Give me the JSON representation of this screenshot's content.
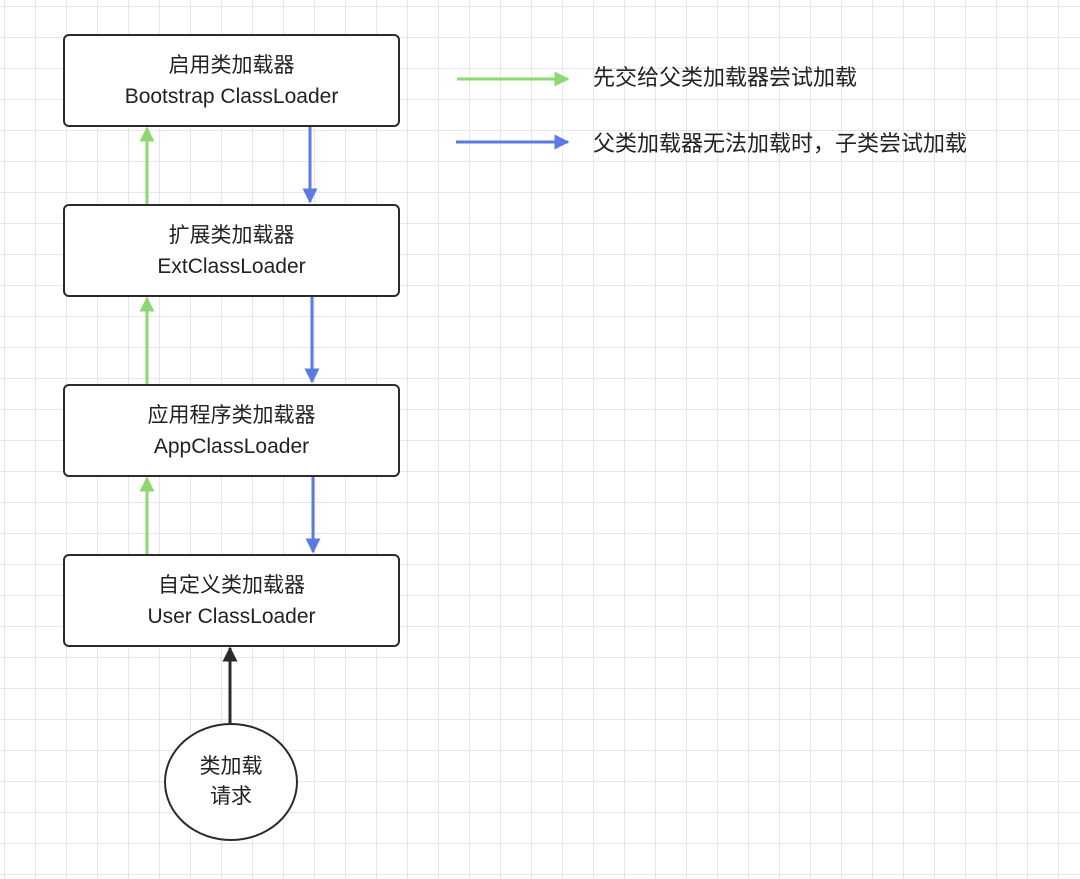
{
  "nodes": [
    {
      "name": "bootstrap-classloader-box",
      "line1": "启用类加载器",
      "line2": "Bootstrap ClassLoader"
    },
    {
      "name": "ext-classloader-box",
      "line1": "扩展类加载器",
      "line2": "ExtClassLoader"
    },
    {
      "name": "app-classloader-box",
      "line1": "应用程序类加载器",
      "line2": "AppClassLoader"
    },
    {
      "name": "user-classloader-box",
      "line1": "自定义类加载器",
      "line2": "User ClassLoader"
    }
  ],
  "request": {
    "line1": "类加载",
    "line2": "请求"
  },
  "legend": {
    "green": "先交给父类加载器尝试加载",
    "blue": "父类加载器无法加载时，子类尝试加载"
  },
  "colors": {
    "green_arrow": "#8ed873",
    "blue_arrow": "#5b7be3",
    "black_arrow": "#2b2b2b",
    "border": "#2b2b2b"
  }
}
